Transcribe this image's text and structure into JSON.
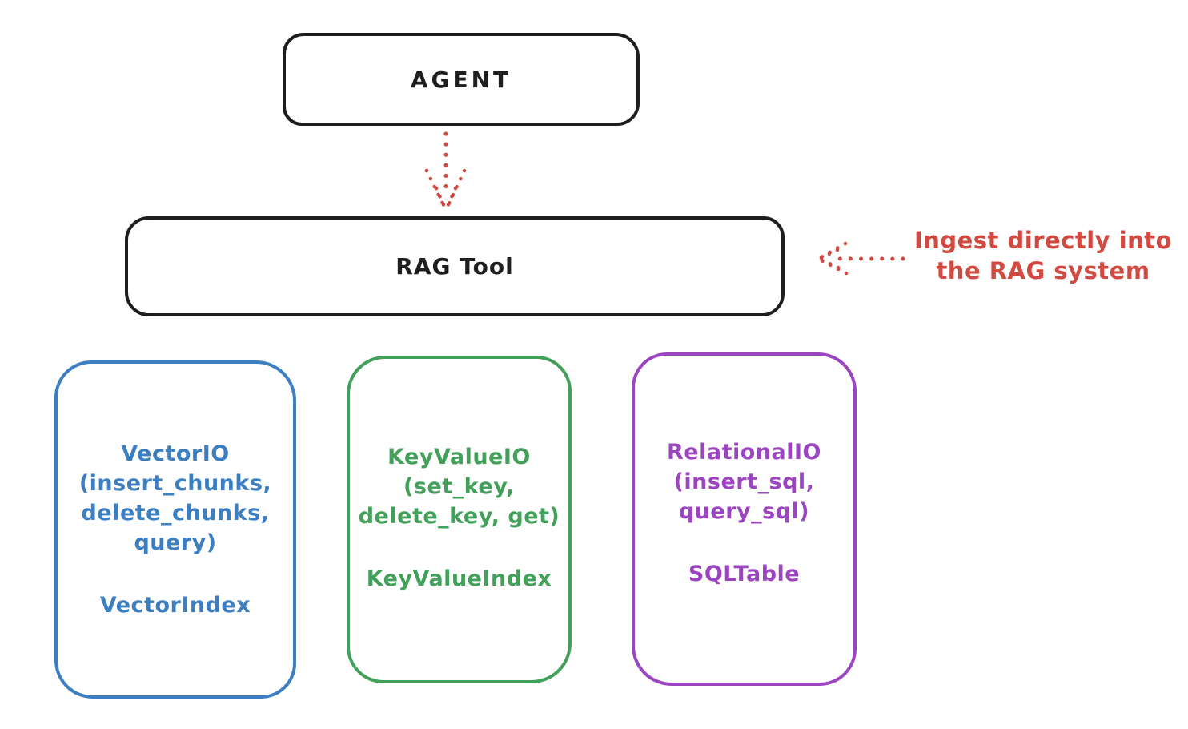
{
  "diagram": {
    "agent_box": {
      "label": "AGENT"
    },
    "rag_tool_box": {
      "label": "RAG Tool"
    },
    "annotation": {
      "lines": [
        "Ingest directly into",
        "the RAG system"
      ],
      "color": "#d14a41"
    },
    "arrows": [
      {
        "name": "agent-to-rag-tool",
        "style": "dotted",
        "color": "#d14a41",
        "direction": "down"
      },
      {
        "name": "annotation-to-rag-tool",
        "style": "dotted",
        "color": "#d14a41",
        "direction": "left"
      }
    ],
    "backend_boxes": [
      {
        "id": "vector-io",
        "color": "#3b7ec2",
        "lines": [
          "VectorIO",
          "(insert_chunks,",
          "delete_chunks,",
          "query)"
        ],
        "index_label": "VectorIndex"
      },
      {
        "id": "keyvalue-io",
        "color": "#42a05a",
        "lines": [
          "KeyValueIO",
          "(set_key,",
          "delete_key, get)"
        ],
        "index_label": "KeyValueIndex"
      },
      {
        "id": "relational-io",
        "color": "#9c45c1",
        "lines": [
          "RelationalIO",
          "(insert_sql,",
          "query_sql)"
        ],
        "index_label": "SQLTable"
      }
    ],
    "colors": {
      "stroke": "#1e1e1e",
      "background": "#ffffff",
      "red": "#d14a41",
      "blue": "#3b7ec2",
      "green": "#42a05a",
      "purple": "#9c45c1"
    }
  }
}
